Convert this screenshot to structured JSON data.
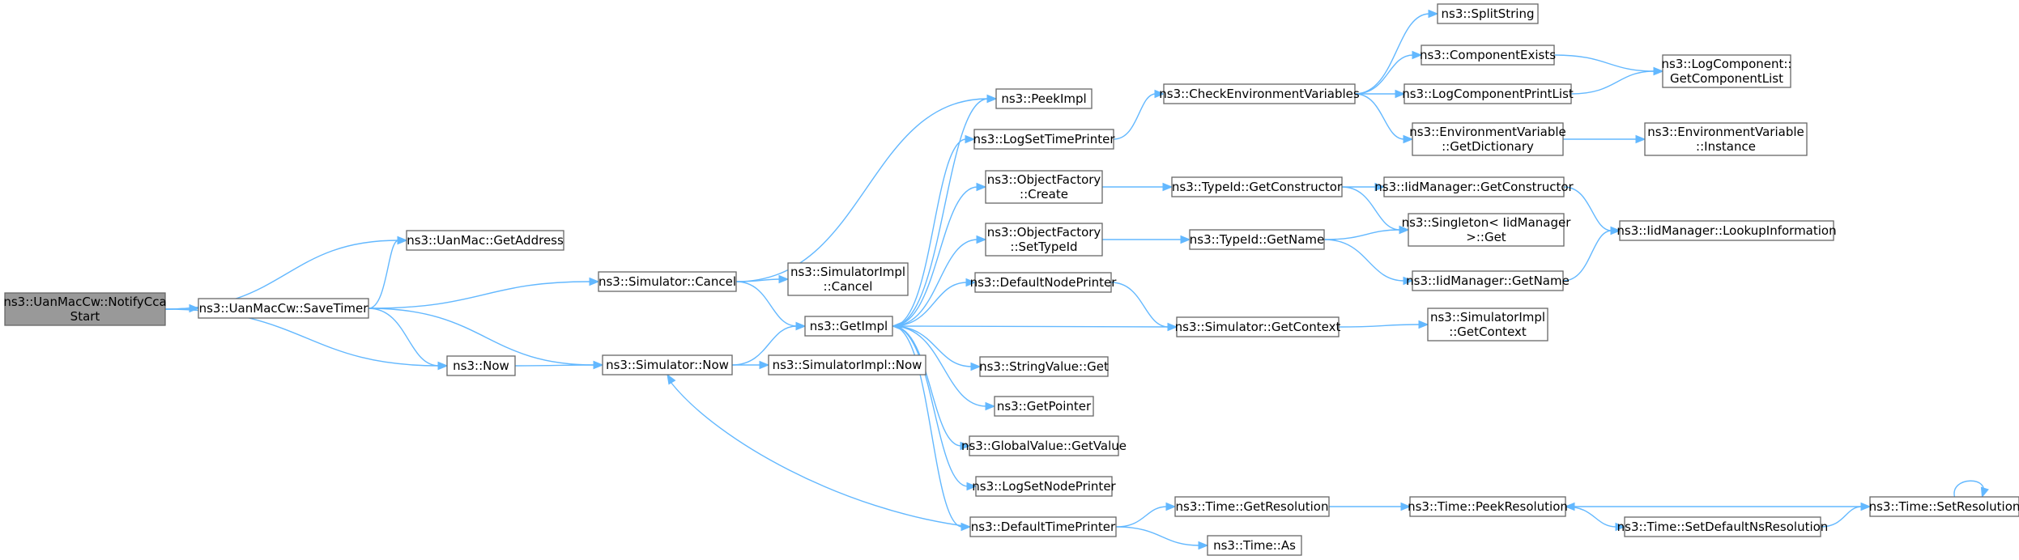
{
  "graph": {
    "nodes": [
      {
        "id": "root",
        "lines": [
          "ns3::UanMacCw::NotifyCca",
          "Start"
        ],
        "root": true
      },
      {
        "id": "getaddress",
        "lines": [
          "ns3::UanMac::GetAddress"
        ]
      },
      {
        "id": "savetimer",
        "lines": [
          "ns3::UanMacCw::SaveTimer"
        ]
      },
      {
        "id": "now",
        "lines": [
          "ns3::Now"
        ]
      },
      {
        "id": "simcancel",
        "lines": [
          "ns3::Simulator::Cancel"
        ]
      },
      {
        "id": "simnow",
        "lines": [
          "ns3::Simulator::Now"
        ]
      },
      {
        "id": "simimplcancel",
        "lines": [
          "ns3::SimulatorImpl",
          "::Cancel"
        ]
      },
      {
        "id": "getimpl",
        "lines": [
          "ns3::GetImpl"
        ]
      },
      {
        "id": "simimplnow",
        "lines": [
          "ns3::SimulatorImpl::Now"
        ]
      },
      {
        "id": "peekimpl",
        "lines": [
          "ns3::PeekImpl"
        ]
      },
      {
        "id": "logsettimeprinter",
        "lines": [
          "ns3::LogSetTimePrinter"
        ]
      },
      {
        "id": "ofcreate",
        "lines": [
          "ns3::ObjectFactory",
          "::Create"
        ]
      },
      {
        "id": "ofsettypeid",
        "lines": [
          "ns3::ObjectFactory",
          "::SetTypeId"
        ]
      },
      {
        "id": "defaultnodeprinter",
        "lines": [
          "ns3::DefaultNodePrinter"
        ]
      },
      {
        "id": "stringvalueget",
        "lines": [
          "ns3::StringValue::Get"
        ]
      },
      {
        "id": "getpointer",
        "lines": [
          "ns3::GetPointer"
        ]
      },
      {
        "id": "globalvaluegetvalue",
        "lines": [
          "ns3::GlobalValue::GetValue"
        ]
      },
      {
        "id": "logsetnodeprinter",
        "lines": [
          "ns3::LogSetNodePrinter"
        ]
      },
      {
        "id": "defaulttimeprinter",
        "lines": [
          "ns3::DefaultTimePrinter"
        ]
      },
      {
        "id": "checkenv",
        "lines": [
          "ns3::CheckEnvironmentVariables"
        ]
      },
      {
        "id": "typeidgetconstructor",
        "lines": [
          "ns3::TypeId::GetConstructor"
        ]
      },
      {
        "id": "typeidgetname",
        "lines": [
          "ns3::TypeId::GetName"
        ]
      },
      {
        "id": "simgetcontext",
        "lines": [
          "ns3::Simulator::GetContext"
        ]
      },
      {
        "id": "timegetresolution",
        "lines": [
          "ns3::Time::GetResolution"
        ]
      },
      {
        "id": "timeas",
        "lines": [
          "ns3::Time::As"
        ]
      },
      {
        "id": "splitstring",
        "lines": [
          "ns3::SplitString"
        ]
      },
      {
        "id": "componentexists",
        "lines": [
          "ns3::ComponentExists"
        ]
      },
      {
        "id": "logcomponentprintlist",
        "lines": [
          "ns3::LogComponentPrintList"
        ]
      },
      {
        "id": "envvargetdictionary",
        "lines": [
          "ns3::EnvironmentVariable",
          "::GetDictionary"
        ]
      },
      {
        "id": "iidmanagergetconstructor",
        "lines": [
          "ns3::IidManager::GetConstructor"
        ]
      },
      {
        "id": "singletonget",
        "lines": [
          "ns3::Singleton< IidManager",
          " >::Get"
        ]
      },
      {
        "id": "iidmanagergetname",
        "lines": [
          "ns3::IidManager::GetName"
        ]
      },
      {
        "id": "simimplgetcontext",
        "lines": [
          "ns3::SimulatorImpl",
          "::GetContext"
        ]
      },
      {
        "id": "timepeekresolution",
        "lines": [
          "ns3::Time::PeekResolution"
        ]
      },
      {
        "id": "timesetdefaultnsresolution",
        "lines": [
          "ns3::Time::SetDefaultNsResolution"
        ]
      },
      {
        "id": "logcomponentgetcomponentlist",
        "lines": [
          "ns3::LogComponent::",
          "GetComponentList"
        ]
      },
      {
        "id": "envvarinstance",
        "lines": [
          "ns3::EnvironmentVariable",
          "::Instance"
        ]
      },
      {
        "id": "iidmanagerlookupinformation",
        "lines": [
          "ns3::IidManager::LookupInformation"
        ]
      },
      {
        "id": "timesetresolution",
        "lines": [
          "ns3::Time::SetResolution"
        ]
      }
    ],
    "edges": [
      [
        "root",
        "getaddress"
      ],
      [
        "root",
        "savetimer"
      ],
      [
        "root",
        "now"
      ],
      [
        "savetimer",
        "getaddress"
      ],
      [
        "savetimer",
        "simcancel"
      ],
      [
        "savetimer",
        "now"
      ],
      [
        "savetimer",
        "simnow"
      ],
      [
        "now",
        "simnow"
      ],
      [
        "simcancel",
        "peekimpl"
      ],
      [
        "simcancel",
        "simimplcancel"
      ],
      [
        "simcancel",
        "getimpl"
      ],
      [
        "simnow",
        "getimpl"
      ],
      [
        "simnow",
        "simimplnow"
      ],
      [
        "getimpl",
        "peekimpl"
      ],
      [
        "getimpl",
        "logsettimeprinter"
      ],
      [
        "getimpl",
        "ofcreate"
      ],
      [
        "getimpl",
        "ofsettypeid"
      ],
      [
        "getimpl",
        "defaultnodeprinter"
      ],
      [
        "getimpl",
        "stringvalueget"
      ],
      [
        "getimpl",
        "getpointer"
      ],
      [
        "getimpl",
        "globalvaluegetvalue"
      ],
      [
        "getimpl",
        "logsetnodeprinter"
      ],
      [
        "getimpl",
        "defaulttimeprinter"
      ],
      [
        "logsettimeprinter",
        "checkenv"
      ],
      [
        "ofcreate",
        "typeidgetconstructor"
      ],
      [
        "ofsettypeid",
        "typeidgetname"
      ],
      [
        "defaultnodeprinter",
        "simgetcontext"
      ],
      [
        "simgetcontext",
        "getimpl"
      ],
      [
        "simgetcontext",
        "simimplgetcontext"
      ],
      [
        "defaulttimeprinter",
        "simnow"
      ],
      [
        "defaulttimeprinter",
        "timegetresolution"
      ],
      [
        "defaulttimeprinter",
        "timeas"
      ],
      [
        "checkenv",
        "splitstring"
      ],
      [
        "checkenv",
        "componentexists"
      ],
      [
        "checkenv",
        "logcomponentprintlist"
      ],
      [
        "checkenv",
        "envvargetdictionary"
      ],
      [
        "componentexists",
        "logcomponentgetcomponentlist"
      ],
      [
        "logcomponentprintlist",
        "logcomponentgetcomponentlist"
      ],
      [
        "envvargetdictionary",
        "envvarinstance"
      ],
      [
        "typeidgetconstructor",
        "iidmanagergetconstructor"
      ],
      [
        "typeidgetconstructor",
        "singletonget"
      ],
      [
        "typeidgetname",
        "singletonget"
      ],
      [
        "typeidgetname",
        "iidmanagergetname"
      ],
      [
        "iidmanagergetconstructor",
        "iidmanagerlookupinformation"
      ],
      [
        "iidmanagergetname",
        "iidmanagerlookupinformation"
      ],
      [
        "timegetresolution",
        "timepeekresolution"
      ],
      [
        "timepeekresolution",
        "timesetdefaultnsresolution"
      ],
      [
        "timesetdefaultnsresolution",
        "timesetresolution"
      ],
      [
        "timesetresolution",
        "timepeekresolution"
      ],
      [
        "timesetresolution",
        "timesetresolution"
      ]
    ]
  }
}
